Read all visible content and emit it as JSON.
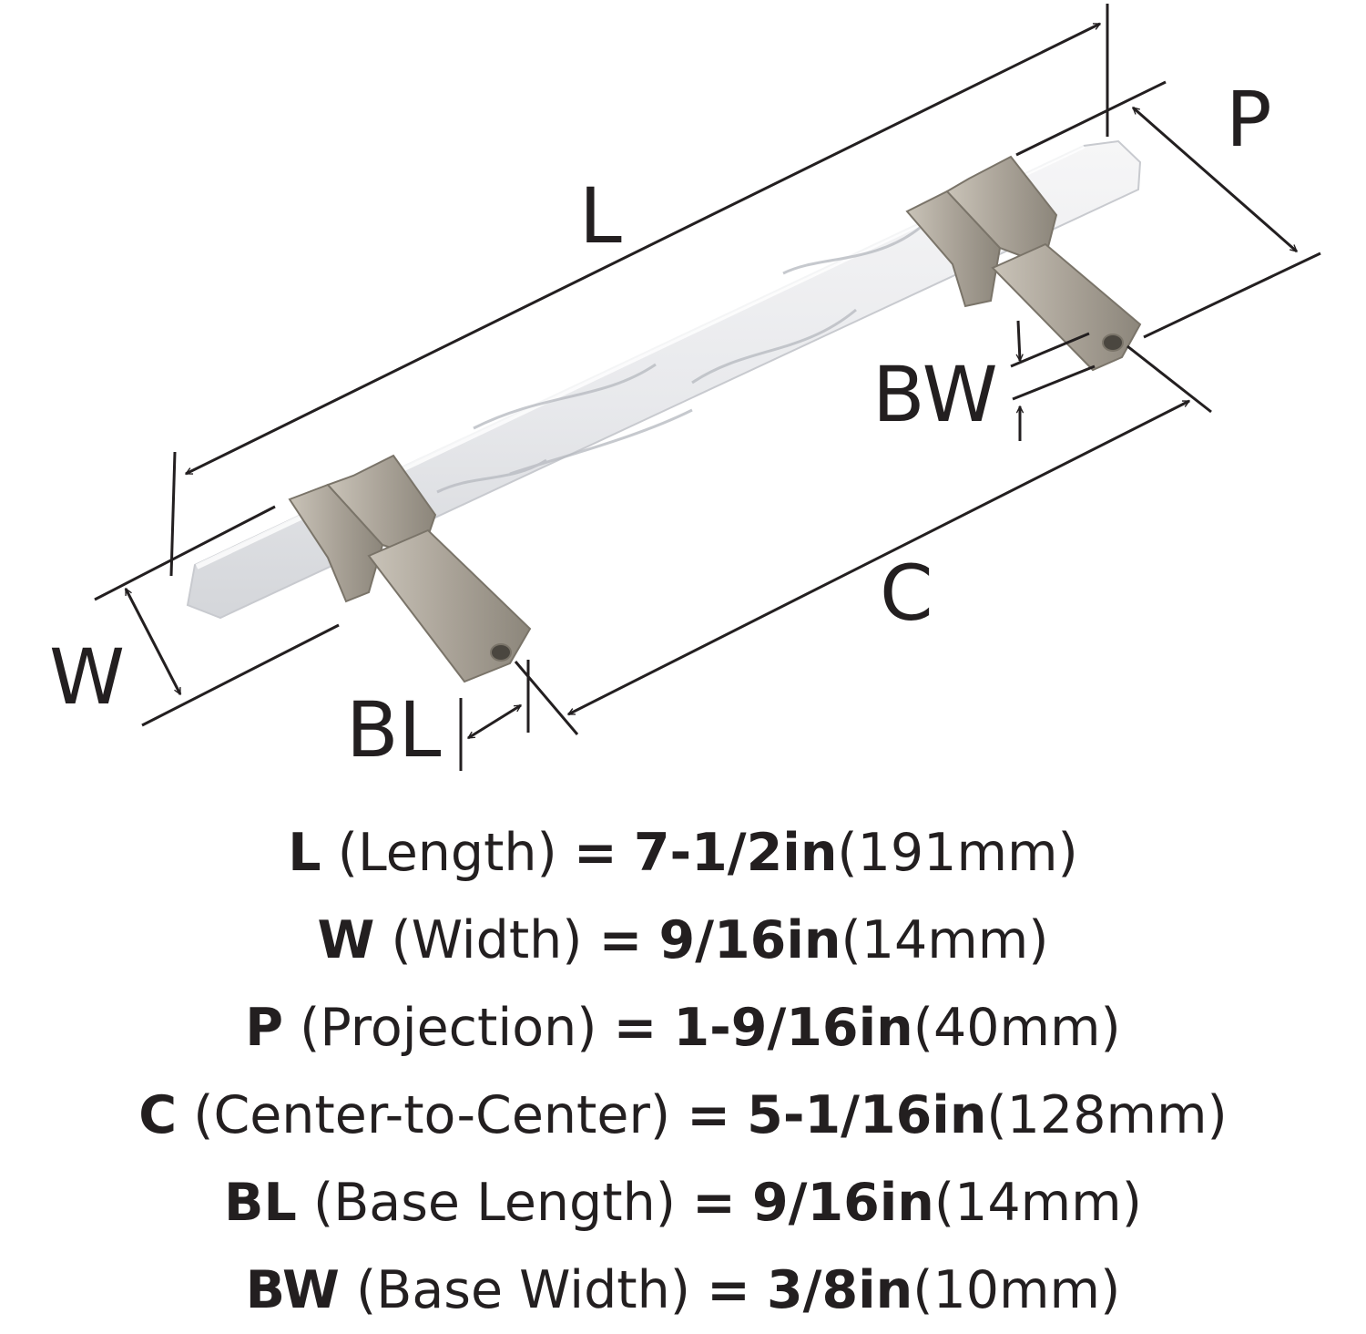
{
  "diagram": {
    "labels": {
      "L": "L",
      "W": "W",
      "P": "P",
      "C": "C",
      "BL": "BL",
      "BW": "BW"
    },
    "colors": {
      "ink": "#231f20",
      "marble": "#ebecee",
      "marble_vein": "#b9bcc2",
      "nickel": "#a09a8f",
      "nickel_light": "#c6c0b5",
      "nickel_dark": "#7a7469"
    },
    "icons": [
      "cabinet-pull-handle",
      "dimension-arrow"
    ]
  },
  "specs": [
    {
      "letter": "L",
      "name": "(Length)",
      "equals": "=",
      "imperial": "7-1/2in",
      "metric": "(191mm)"
    },
    {
      "letter": "W",
      "name": "(Width)",
      "equals": "=",
      "imperial": "9/16in",
      "metric": "(14mm)"
    },
    {
      "letter": "P",
      "name": "(Projection)",
      "equals": "=",
      "imperial": "1-9/16in",
      "metric": "(40mm)"
    },
    {
      "letter": "C",
      "name": "(Center-to-Center)",
      "equals": "=",
      "imperial": "5-1/16in",
      "metric": "(128mm)"
    },
    {
      "letter": "BL",
      "name": "(Base Length)",
      "equals": "=",
      "imperial": "9/16in",
      "metric": "(14mm)"
    },
    {
      "letter": "BW",
      "name": "(Base Width)",
      "equals": "=",
      "imperial": "3/8in",
      "metric": "(10mm)"
    }
  ]
}
